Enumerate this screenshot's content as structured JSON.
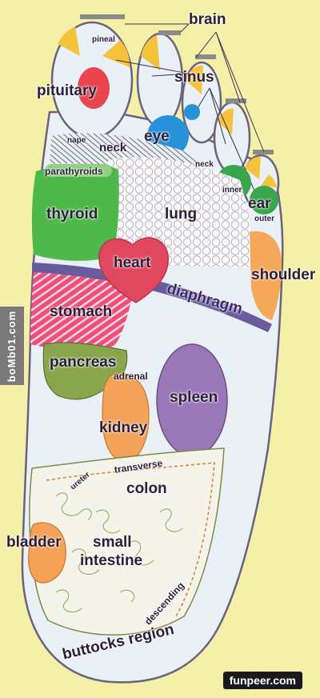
{
  "labels": {
    "brain": "brain",
    "pineal": "pineal",
    "pituitary": "pituitary",
    "sinus": "sinus",
    "eye": "eye",
    "nape": "nape",
    "neck": "neck",
    "neck_small": "neck",
    "parathyroids": "parathyroids",
    "thyroid": "thyroid",
    "lung": "lung",
    "inner": "inner",
    "ear": "ear",
    "outer": "outer",
    "heart": "heart",
    "shoulder": "shoulder",
    "diaphragm": "diaphragm",
    "stomach": "stomach",
    "pancreas": "pancreas",
    "adrenal": "adrenal",
    "spleen": "spleen",
    "kidney": "kidney",
    "ureter": "ureter",
    "transverse": "transverse",
    "colon": "colon",
    "bladder": "bladder",
    "small_intestine_1": "small",
    "small_intestine_2": "intestine",
    "descending": "descending",
    "buttocks": "buttocks region"
  },
  "watermarks": {
    "side": "boMb01.com",
    "credit": "funpeer.com"
  },
  "colors": {
    "background": "#f4f0a8",
    "foot": "#e9f1f6",
    "thyroid": "#4fb84a",
    "heart": "#e0485f",
    "stomach": "#ee4f7a",
    "diaphragm": "#6a5a9e",
    "pancreas": "#8aa64c",
    "kidney": "#f3a258",
    "spleen": "#9a78b8",
    "pituitary": "#e8454f",
    "eye": "#2792d8",
    "ear": "#3aa64b",
    "shoulder": "#f6a85a",
    "intestine": "#f4f4ea",
    "sinus_marker": "#f5c23c"
  }
}
